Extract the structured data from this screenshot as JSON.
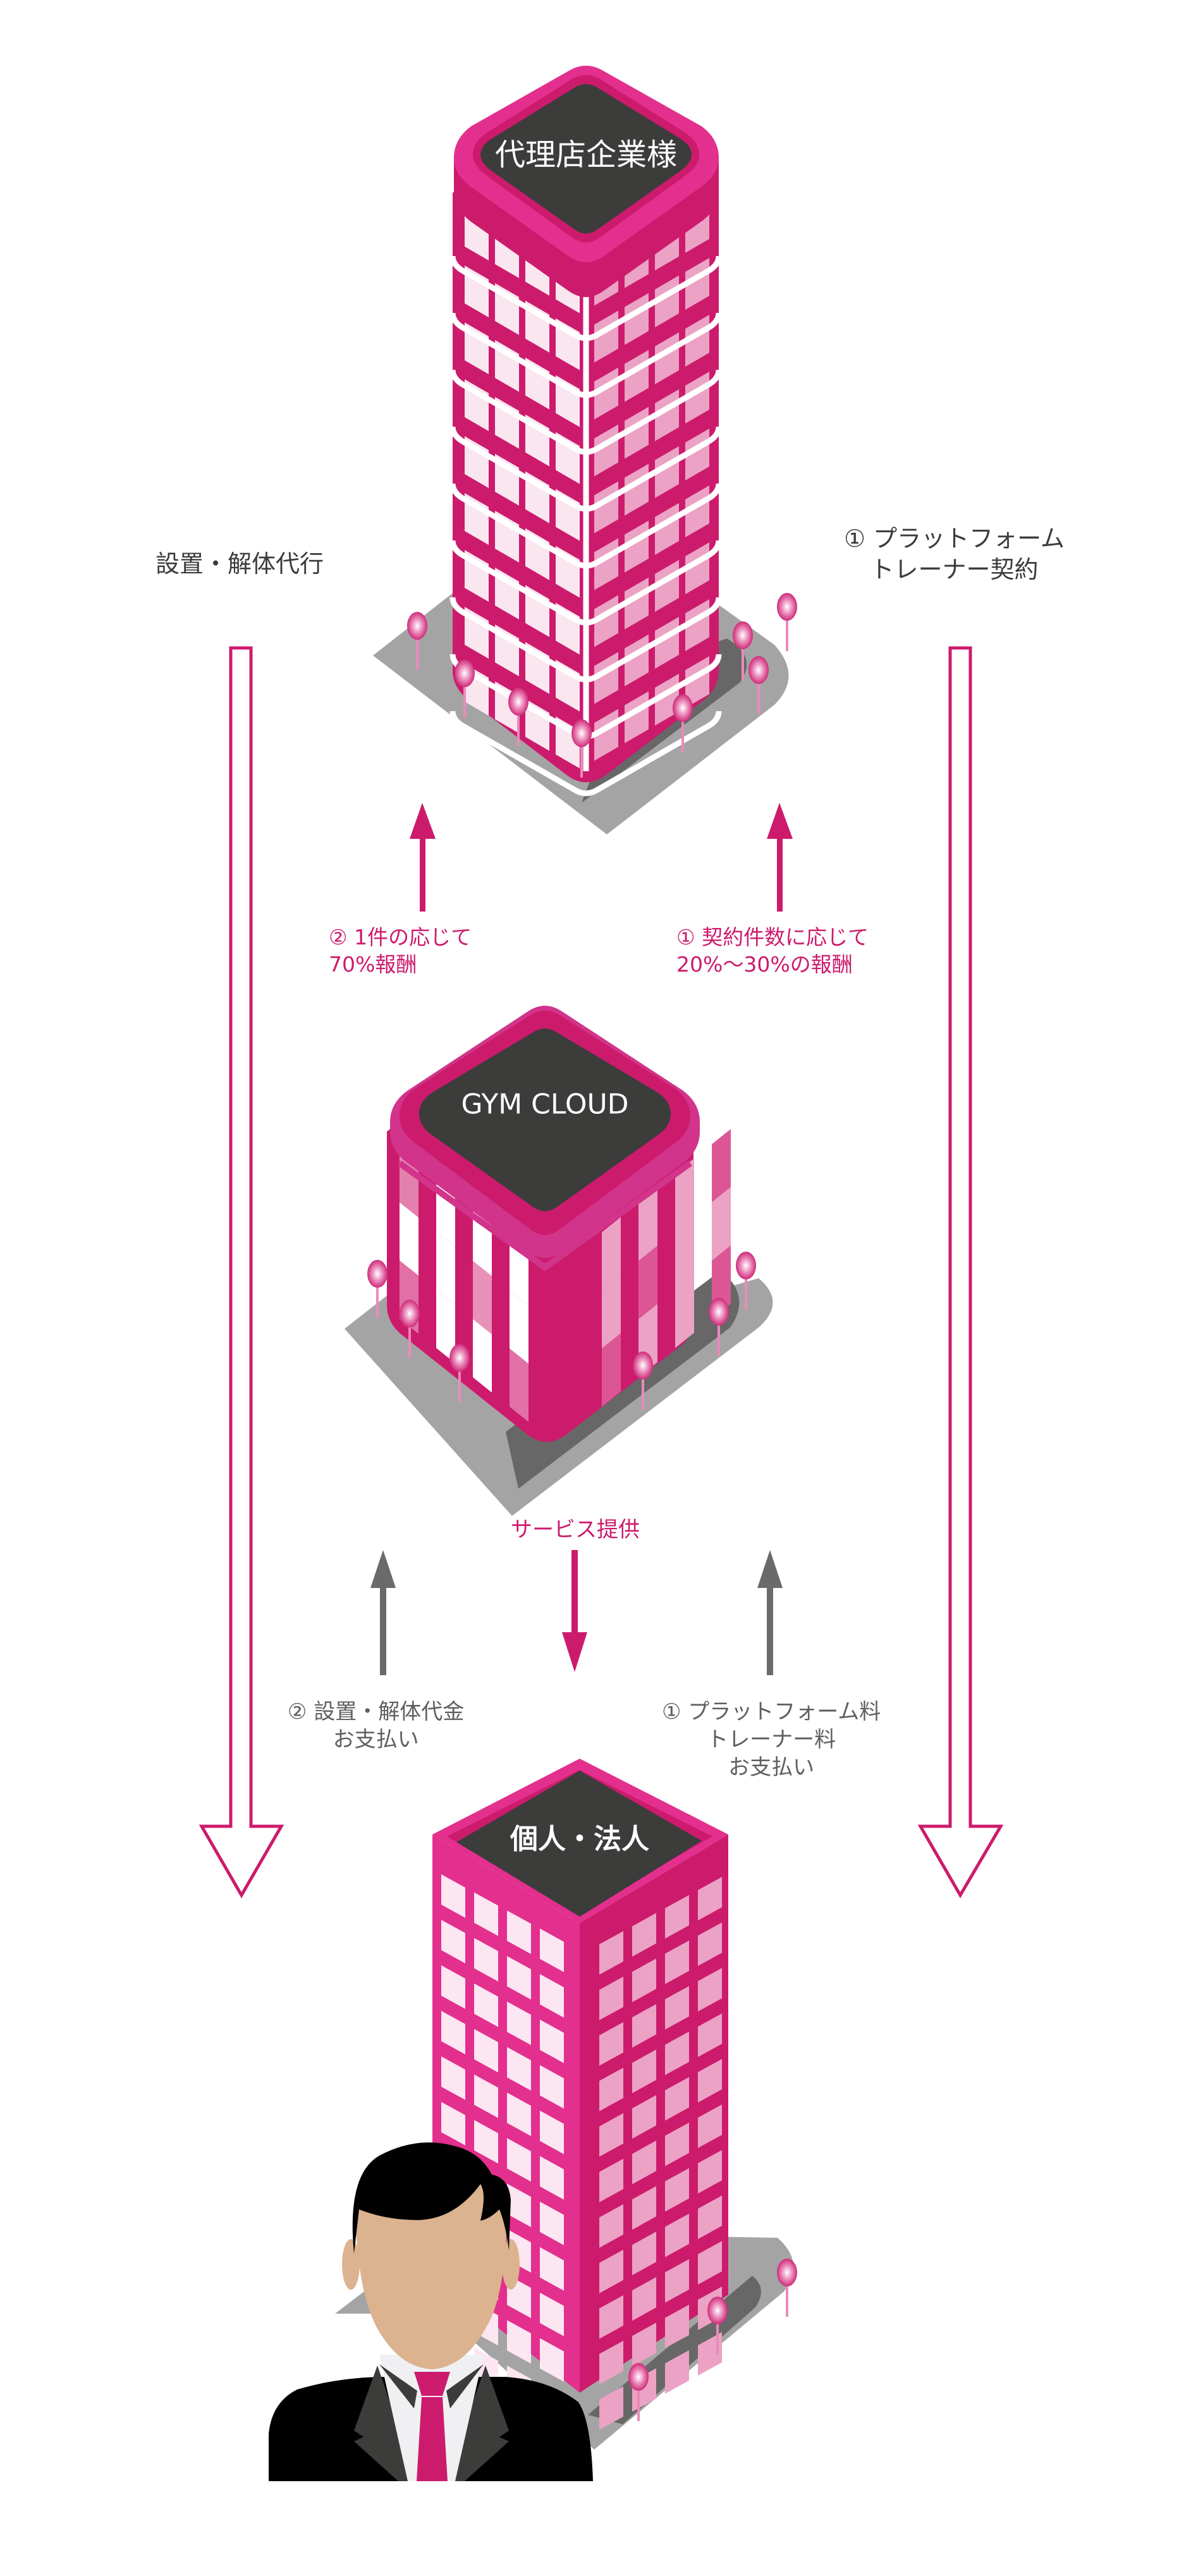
{
  "colors": {
    "brand_pink": "#cc1b6d",
    "light_pink": "#e32f8e",
    "roof_dark": "#3c3c3b",
    "plaza_grey": "#a5a4a4",
    "shadow_grey": "#676767",
    "arrow_grey": "#6a6a6a",
    "text_dark": "#3c3c3b"
  },
  "nodes": {
    "agency": {
      "label": "代理店企業様"
    },
    "gym_cloud": {
      "label": "GYM CLOUD"
    },
    "customer": {
      "label": "個人・法人"
    }
  },
  "flows": {
    "outer_left": {
      "label": "設置・解体代行",
      "direction": "down"
    },
    "outer_right": {
      "line1": "① プラットフォーム",
      "line2": "トレーナー契約",
      "direction": "down"
    },
    "reward_left": {
      "line1": "② 1件の応じて",
      "line2": "70%報酬",
      "direction": "up"
    },
    "reward_right": {
      "line1": "① 契約件数に応じて",
      "line2": "20%〜30%の報酬",
      "direction": "up"
    },
    "service": {
      "label": "サービス提供",
      "direction": "down"
    },
    "payment_left": {
      "line1": "② 設置・解体代金",
      "line2": "お支払い",
      "direction": "up"
    },
    "payment_right": {
      "line1": "① プラットフォーム料",
      "line2": "トレーナー料",
      "line3": "お支払い",
      "direction": "up"
    }
  }
}
